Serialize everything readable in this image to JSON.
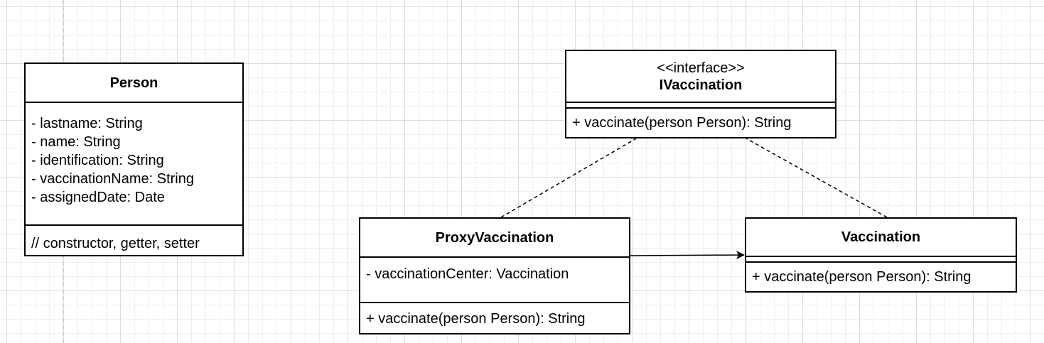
{
  "classes": {
    "person": {
      "name": "Person",
      "attributes": [
        "- lastname: String",
        "- name: String",
        "- identification: String",
        "- vaccinationName: String",
        "- assignedDate: Date"
      ],
      "methods": [
        "// constructor, getter, setter"
      ]
    },
    "ivaccination": {
      "stereotype": "<<interface>>",
      "name": "IVaccination",
      "attributes": [],
      "methods": [
        "+ vaccinate(person Person): String"
      ]
    },
    "proxy_vaccination": {
      "name": "ProxyVaccination",
      "attributes": [
        "- vaccinationCenter: Vaccination"
      ],
      "methods": [
        "+ vaccinate(person Person): String"
      ]
    },
    "vaccination": {
      "name": "Vaccination",
      "attributes": [],
      "methods": [
        "+ vaccinate(person Person): String"
      ]
    }
  },
  "relationships": [
    {
      "type": "realization",
      "from": "ProxyVaccination",
      "to": "IVaccination"
    },
    {
      "type": "realization",
      "from": "Vaccination",
      "to": "IVaccination"
    },
    {
      "type": "association",
      "from": "ProxyVaccination",
      "to": "Vaccination"
    }
  ],
  "colors": {
    "line": "#000000",
    "background": "#ffffff",
    "grid": "#dcdcdc"
  }
}
